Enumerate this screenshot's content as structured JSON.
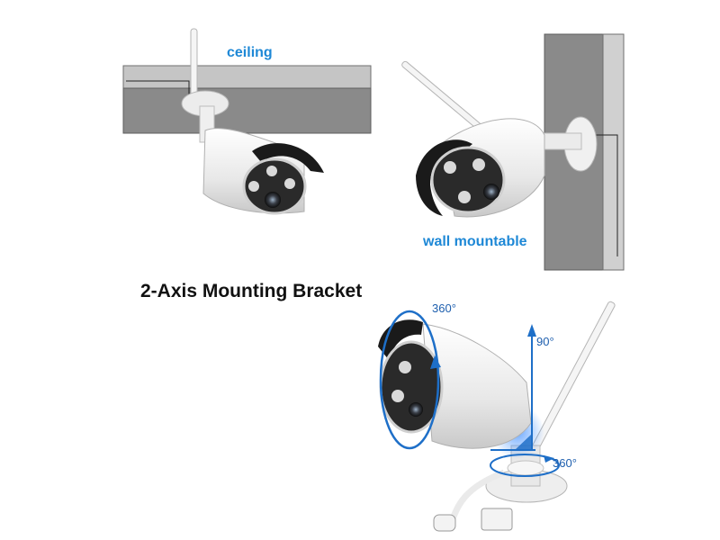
{
  "labels": {
    "ceiling": "ceiling",
    "wall": "wall mountable",
    "title": "2-Axis Mounting Bracket",
    "rotation_horizontal": "360°",
    "rotation_vertical": "90°",
    "rotation_base": "360°"
  },
  "colors": {
    "accent_blue": "#1e88d6",
    "surface_gray": "#8a8a8a",
    "camera_white": "#f2f2f2",
    "visor_black": "#1a1a1a"
  }
}
